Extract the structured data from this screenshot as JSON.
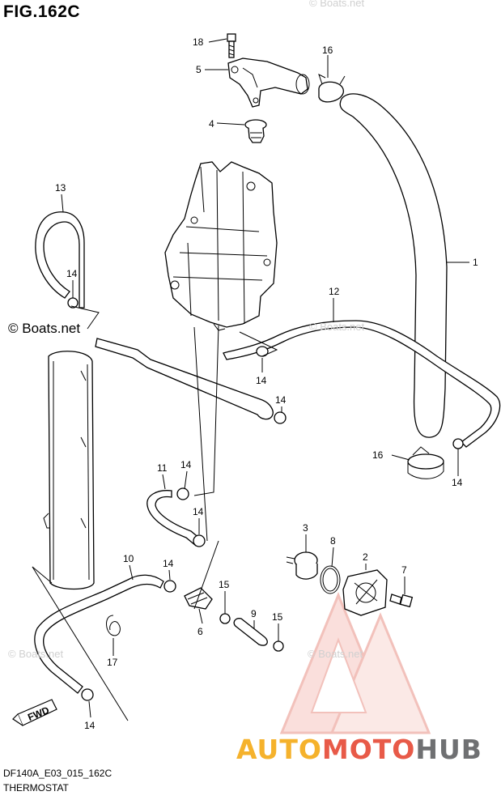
{
  "figure": {
    "title": "FIG.162C",
    "diagram_code": "DF140A_E03_015_162C",
    "diagram_name": "THERMOSTAT"
  },
  "watermarks": {
    "main": "© Boats.net",
    "faint": "© Boats.net"
  },
  "brand": {
    "part1": "AUTO",
    "part2": "MOTO",
    "part3": "HUB"
  },
  "direction_badge": "FWD",
  "callouts": [
    {
      "id": "c1",
      "label": "1"
    },
    {
      "id": "c2",
      "label": "2"
    },
    {
      "id": "c3",
      "label": "3"
    },
    {
      "id": "c4",
      "label": "4"
    },
    {
      "id": "c5",
      "label": "5"
    },
    {
      "id": "c6",
      "label": "6"
    },
    {
      "id": "c7",
      "label": "7"
    },
    {
      "id": "c8",
      "label": "8"
    },
    {
      "id": "c9",
      "label": "9"
    },
    {
      "id": "c10",
      "label": "10"
    },
    {
      "id": "c11",
      "label": "11"
    },
    {
      "id": "c12",
      "label": "12"
    },
    {
      "id": "c13",
      "label": "13"
    },
    {
      "id": "c14a",
      "label": "14"
    },
    {
      "id": "c14b",
      "label": "14"
    },
    {
      "id": "c14c",
      "label": "14"
    },
    {
      "id": "c14d",
      "label": "14"
    },
    {
      "id": "c14e",
      "label": "14"
    },
    {
      "id": "c14f",
      "label": "14"
    },
    {
      "id": "c14g",
      "label": "14"
    },
    {
      "id": "c14h",
      "label": "14"
    },
    {
      "id": "c15a",
      "label": "15"
    },
    {
      "id": "c15b",
      "label": "15"
    },
    {
      "id": "c16a",
      "label": "16"
    },
    {
      "id": "c16b",
      "label": "16"
    },
    {
      "id": "c17",
      "label": "17"
    },
    {
      "id": "c18",
      "label": "18"
    }
  ]
}
